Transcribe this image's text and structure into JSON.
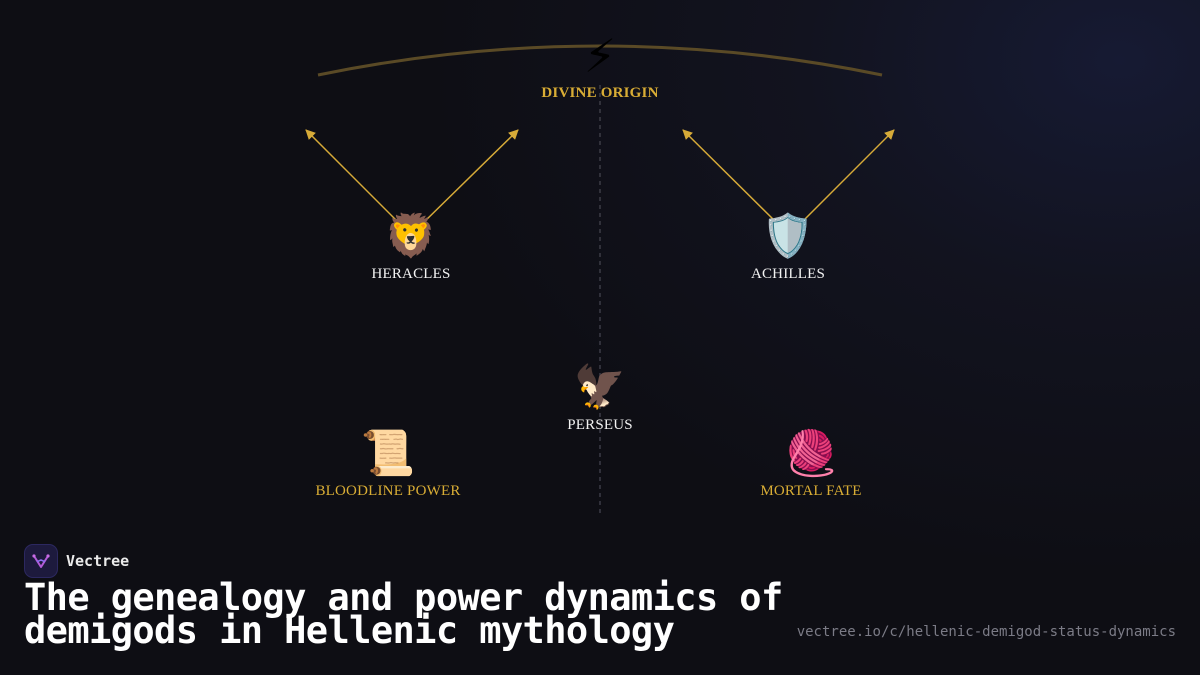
{
  "diagram": {
    "divine": {
      "icon": "⚡",
      "icon_name": "lightning-bolt-icon",
      "label": "DIVINE ORIGIN"
    },
    "heracles": {
      "icon": "🦁",
      "icon_name": "lion-icon",
      "label": "HERACLES"
    },
    "achilles": {
      "icon": "🛡️",
      "icon_name": "shield-icon",
      "label": "ACHILLES"
    },
    "perseus": {
      "icon": "🦅",
      "icon_name": "eagle-icon",
      "label": "PERSEUS"
    },
    "bloodline": {
      "icon": "📜",
      "icon_name": "scroll-icon",
      "label": "BLOODLINE POWER"
    },
    "mortal_fate": {
      "icon": "🧶",
      "icon_name": "yarn-ball-icon",
      "label": "MORTAL FATE"
    }
  },
  "footer": {
    "brand": "Vectree",
    "title": "The genealogy and power dynamics of demigods in Hellenic mythology",
    "url": "vectree.io/c/hellenic-demigod-status-dynamics"
  },
  "colors": {
    "accent_gold": "#d9ad35",
    "arc": "#5a4a26",
    "background": "#0e0e14",
    "brand_logo": "#1d1a3d"
  }
}
